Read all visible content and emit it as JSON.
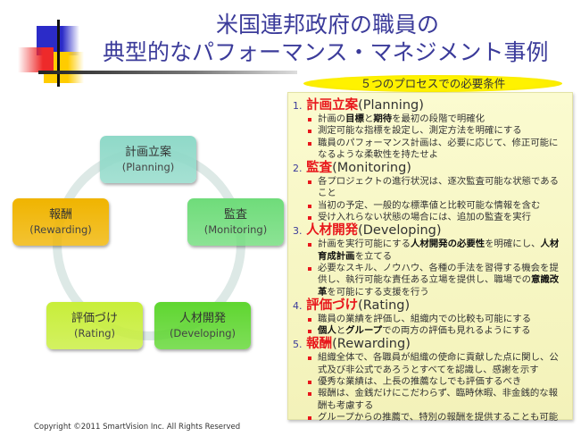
{
  "title": {
    "line1": "米国連邦政府の職員の",
    "line2": "典型的なパフォーマンス・マネジメント事例"
  },
  "cycle": [
    {
      "jp": "計画立案",
      "en": "(Planning)",
      "color": "#8fd9c8"
    },
    {
      "jp": "監査",
      "en": "(Monitoring)",
      "color": "#6fdc7a"
    },
    {
      "jp": "人材開発",
      "en": "(Developing)",
      "color": "#5fd630"
    },
    {
      "jp": "評価づけ",
      "en": "(Rating)",
      "color": "#c8ee3a"
    },
    {
      "jp": "報酬",
      "en": "(Rewarding)",
      "color": "#f0b400"
    }
  ],
  "panel": {
    "header": "５つのプロセスでの必要条件",
    "sections": [
      {
        "num": "1.",
        "jp": "計画立案",
        "en": "(Planning)",
        "bullets": [
          [
            {
              "t": "計画の"
            },
            {
              "t": "目標",
              "b": 1
            },
            {
              "t": "と"
            },
            {
              "t": "期待",
              "b": 1
            },
            {
              "t": "を最初の段階で明確化"
            }
          ],
          [
            {
              "t": "測定可能な指標を設定し、測定方法を明確にする"
            }
          ],
          [
            {
              "t": "職員のパフォーマンス計画は、必要に応じて、修正可能になるような柔軟性を持たせよ"
            }
          ]
        ]
      },
      {
        "num": "2.",
        "jp": "監査",
        "en": "(Monitoring)",
        "bullets": [
          [
            {
              "t": "各プロジェクトの進行状況は、逐次監査可能な状態であること"
            }
          ],
          [
            {
              "t": "当初の予定、一般的な標準値と比較可能な情報を含む"
            }
          ],
          [
            {
              "t": "受け入れらない状態の場合には、追加の監査を実行"
            }
          ]
        ]
      },
      {
        "num": "3.",
        "jp": "人材開発",
        "en": "(Developing)",
        "bullets": [
          [
            {
              "t": "計画を実行可能にする"
            },
            {
              "t": "人材開発の必要性",
              "b": 1
            },
            {
              "t": "を明確にし、"
            },
            {
              "t": "人材育成計画",
              "b": 1
            },
            {
              "t": "を立てる"
            }
          ],
          [
            {
              "t": "必要なスキル、ノウハウ、各種の手法を習得する機会を提供し、執行可能な責任ある立場を提供し、職場での"
            },
            {
              "t": "意識改革",
              "b": 1
            },
            {
              "t": "を可能にする支援を行う"
            }
          ]
        ]
      },
      {
        "num": "4.",
        "jp": "評価づけ",
        "en": "(Rating)",
        "bullets": [
          [
            {
              "t": "職員の業績を評価し、組織内での比較も可能にする"
            }
          ],
          [
            {
              "t": "個人",
              "b": 1
            },
            {
              "t": "と"
            },
            {
              "t": "グループ",
              "b": 1
            },
            {
              "t": "での両方の評価も見れるようにする"
            }
          ]
        ]
      },
      {
        "num": "5.",
        "jp": "報酬",
        "en": "(Rewarding)",
        "bullets": [
          [
            {
              "t": "組織全体で、各職員が組織の使命に貢献した点に関し、公式及び非公式であろうとすべてを認識し、感謝を示す"
            }
          ],
          [
            {
              "t": "優秀な業績は、上長の推薦なしでも評価するべき"
            }
          ],
          [
            {
              "t": "報酬は、金銭だけにこだわらず、臨時休暇、非金銭的な報酬も考慮する"
            }
          ],
          [
            {
              "t": "グループからの推薦で、特別の報酬を提供することも可能"
            }
          ]
        ]
      }
    ]
  },
  "copyright": "Copyright ©2011  SmartVision Inc. All Rights Reserved"
}
